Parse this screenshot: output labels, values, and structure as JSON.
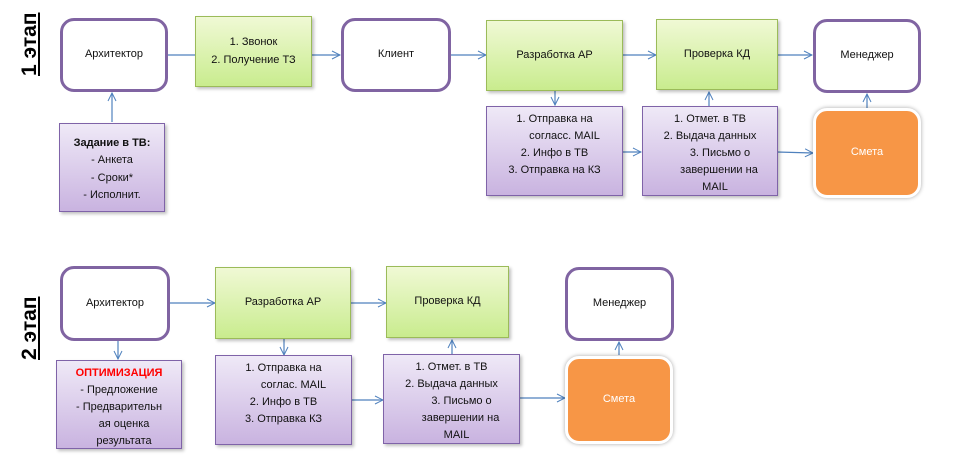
{
  "stages": [
    {
      "label": "1 этап",
      "nodes": {
        "architect": "Архитектор",
        "call": [
          "1.    Звонок",
          "2.    Получение ТЗ"
        ],
        "client": "Клиент",
        "dev_ar": "Разработка АР",
        "check_kd": "Проверка  КД",
        "manager": "Менеджер",
        "task": {
          "title": "Задание  в ТВ:",
          "items": [
            "-     Анкета",
            "-     Сроки*",
            "-    Исполнит."
          ]
        },
        "send": [
          "1.     Отправка на",
          "согласс. MAIL",
          "2.    Инфо в ТВ",
          "3.    Отправка на КЗ"
        ],
        "mark": [
          "1.    Отмет. в ТВ",
          "2.    Выдача данных",
          "3. Письмо о",
          "завершении  на",
          "MAIL"
        ],
        "estimate": "Смета"
      }
    },
    {
      "label": "2 этап",
      "nodes": {
        "architect": "Архитектор",
        "dev_ar": "Разработка АР",
        "check_kd": "Проверка  КД",
        "manager": "Менеджер",
        "optim": {
          "title": "ОПТИМИЗАЦИЯ",
          "items": [
            "-     Предложение",
            "-     Предварительн",
            "ая оценка",
            "результата"
          ]
        },
        "send": [
          "1.     Отправка на",
          "соглас. MAIL",
          "2.    Инфо в ТВ",
          "3.    Отправка КЗ"
        ],
        "mark": [
          "1.    Отмет. в ТВ",
          "2.    Выдача данных",
          "3. Письмо о",
          "завершении  на",
          "MAIL"
        ],
        "estimate": "Смета"
      }
    }
  ],
  "colors": {
    "actor_border": "#8064a2",
    "green": "#c9ec8e",
    "purple": "#c9b3e0",
    "orange": "#f79646",
    "arrow": "#4f81bd",
    "emphasis": "#ff0000"
  }
}
